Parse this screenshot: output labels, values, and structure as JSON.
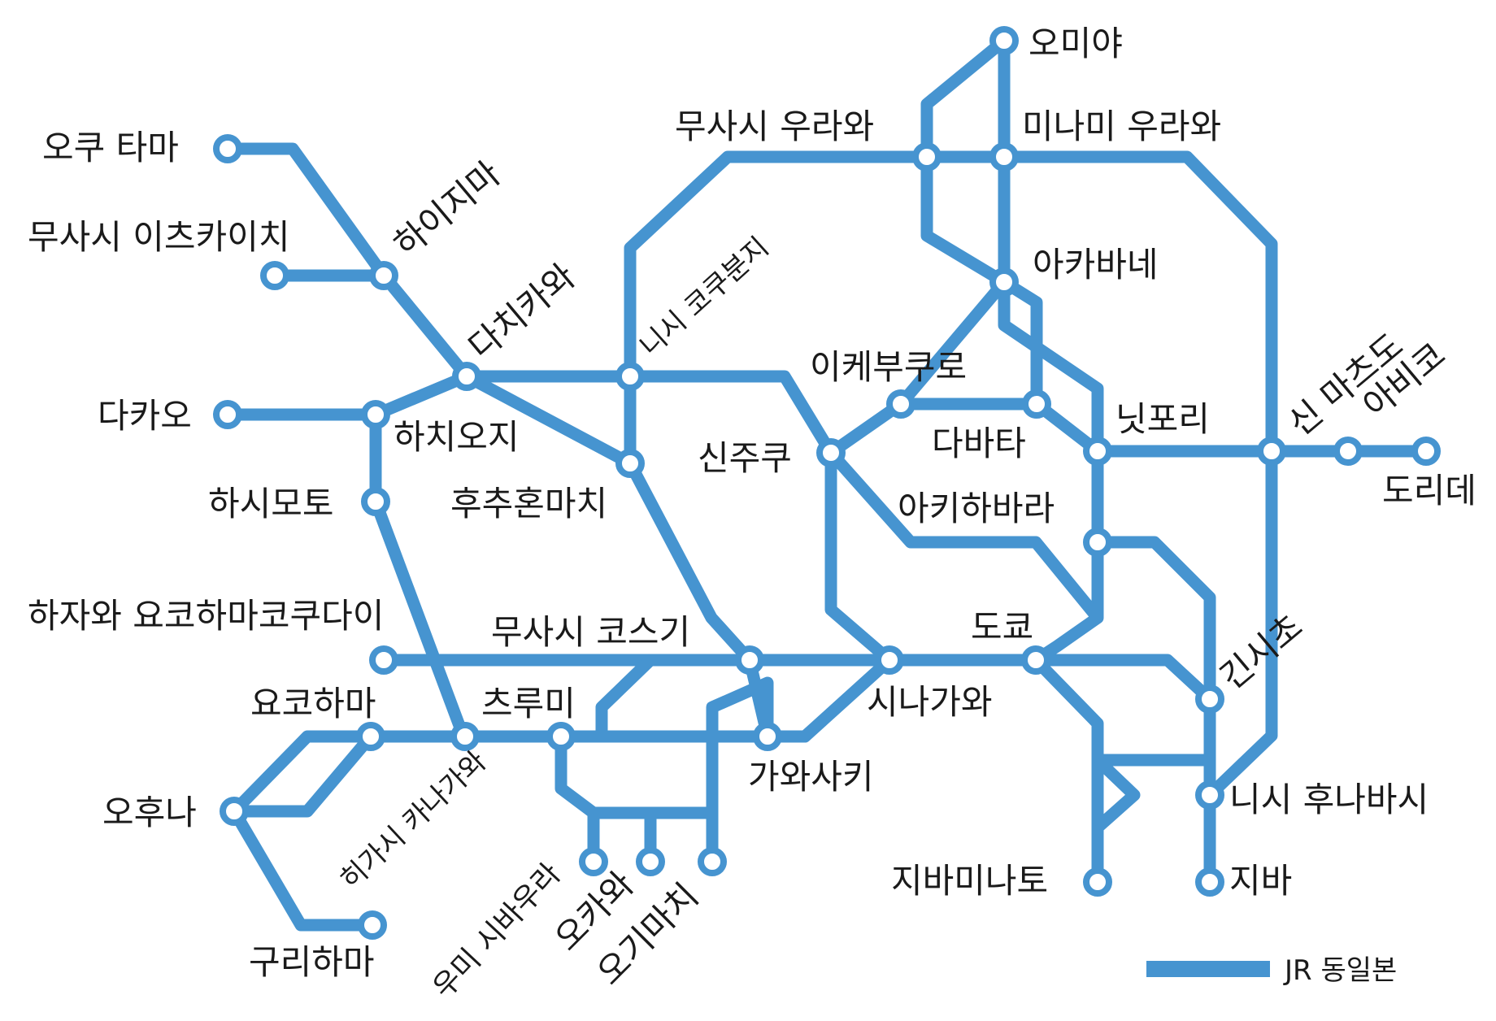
{
  "map": {
    "line_color": "#4694d0",
    "legend": {
      "label": "JR 동일본"
    },
    "stations": [
      {
        "id": "omiya",
        "name": "오미야"
      },
      {
        "id": "minami-urawa",
        "name": "미나미 우라와"
      },
      {
        "id": "musashi-urawa",
        "name": "무사시 우라와"
      },
      {
        "id": "okutama",
        "name": "오쿠 타마"
      },
      {
        "id": "musashi-itsukaichi",
        "name": "무사시 이츠카이치"
      },
      {
        "id": "haijima",
        "name": "하이지마"
      },
      {
        "id": "tachikawa",
        "name": "다치카와"
      },
      {
        "id": "nishi-kokubunji",
        "name": "니시 코쿠분지"
      },
      {
        "id": "akabane",
        "name": "아카바네"
      },
      {
        "id": "ikebukuro",
        "name": "이케부쿠로"
      },
      {
        "id": "tabata",
        "name": "다바타"
      },
      {
        "id": "nippori",
        "name": "닛포리"
      },
      {
        "id": "shin-matsudo",
        "name": "신 마츠도"
      },
      {
        "id": "abiko",
        "name": "아비코"
      },
      {
        "id": "toride",
        "name": "도리데"
      },
      {
        "id": "takao",
        "name": "다카오"
      },
      {
        "id": "hachioji",
        "name": "하치오지"
      },
      {
        "id": "shinjuku",
        "name": "신주쿠"
      },
      {
        "id": "hashimoto",
        "name": "하시모토"
      },
      {
        "id": "fuchu-honmachi",
        "name": "후추혼마치"
      },
      {
        "id": "akihabara",
        "name": "아키하바라"
      },
      {
        "id": "hazawa",
        "name": "하자와 요코하마코쿠다이"
      },
      {
        "id": "musashi-kosugi",
        "name": "무사시 코스기"
      },
      {
        "id": "tokyo",
        "name": "도쿄"
      },
      {
        "id": "shinagawa",
        "name": "시나가와"
      },
      {
        "id": "kinshicho",
        "name": "긴시초"
      },
      {
        "id": "yokohama",
        "name": "요코하마"
      },
      {
        "id": "tsurumi",
        "name": "츠루미"
      },
      {
        "id": "higashi-kanagawa",
        "name": "히가시 카나가와"
      },
      {
        "id": "kawasaki",
        "name": "가와사키"
      },
      {
        "id": "ofuna",
        "name": "오후나"
      },
      {
        "id": "nishi-funabashi",
        "name": "니시 후나바시"
      },
      {
        "id": "umi-shibaura",
        "name": "우미 시바우라"
      },
      {
        "id": "okawa",
        "name": "오카와"
      },
      {
        "id": "ogimachi",
        "name": "오기마치"
      },
      {
        "id": "shibaminato",
        "name": "지바미나토"
      },
      {
        "id": "chiba",
        "name": "지바"
      },
      {
        "id": "kurihama",
        "name": "구리하마"
      }
    ]
  }
}
